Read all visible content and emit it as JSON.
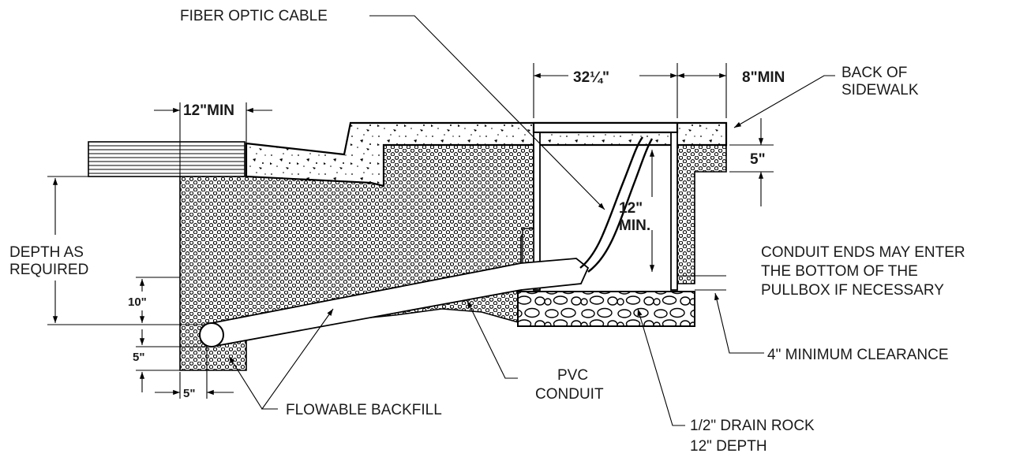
{
  "labels": {
    "fiber_optic_cable": "FIBER OPTIC CABLE",
    "box_width": "32¼\"",
    "sidewalk_offset": "8\"MIN",
    "back_of_sidewalk_line1": "BACK OF",
    "back_of_sidewalk_line2": "SIDEWALK",
    "sidewalk_thickness": "5\"",
    "curb_offset": "12\"MIN",
    "cable_clearance_line1": "12\"",
    "cable_clearance_line2": "MIN.",
    "depth_line1": "DEPTH  AS",
    "depth_line2": "REQUIRED",
    "conduit_note_line1": "CONDUIT ENDS MAY ENTER",
    "conduit_note_line2": "THE BOTTOM OF THE",
    "conduit_note_line3": "PULLBOX IF NECESSARY",
    "cover_depth": "10\"",
    "bedding_depth": "5\"",
    "side_clearance": "5\"",
    "min_clearance": "4\" MINIMUM CLEARANCE",
    "pvc_line1": "PVC",
    "pvc_line2": "CONDUIT",
    "backfill": "FLOWABLE BACKFILL",
    "drain_rock_line1": "1/2\" DRAIN ROCK",
    "drain_rock_line2": "12\" DEPTH"
  },
  "colors": {
    "ink": "#000000",
    "background": "#ffffff"
  }
}
